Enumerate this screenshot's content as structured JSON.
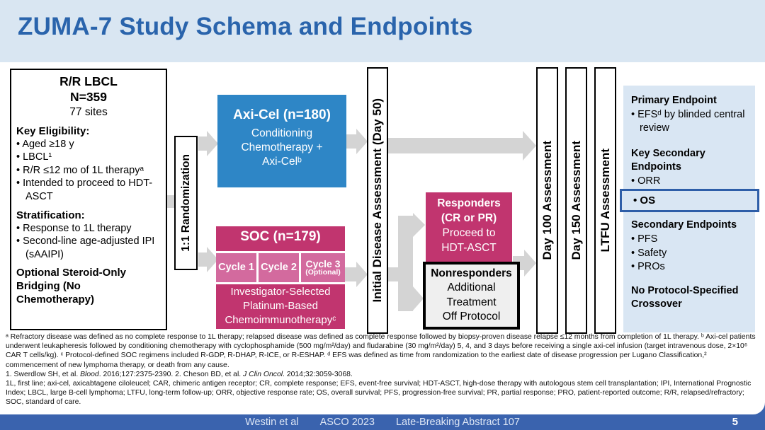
{
  "slide": {
    "title": "ZUMA-7 Study Schema and Endpoints",
    "page_number": "5",
    "footer": {
      "authors": "Westin et al",
      "conference": "ASCO 2023",
      "abstract": "Late-Breaking Abstract 107"
    }
  },
  "eligibility_box": {
    "population": "R/R LBCL",
    "n": "N=359",
    "sites": "77 sites",
    "key_eligibility_heading": "Key Eligibility:",
    "key_eligibility_items": [
      "Aged ≥18 y",
      "LBCL¹",
      "R/R ≤12 mo of 1L therapyᵃ",
      "Intended to proceed to HDT-ASCT"
    ],
    "stratification_heading": "Stratification:",
    "stratification_items": [
      "Response to 1L therapy",
      "Second-line age-adjusted IPI (sAAIPI)"
    ],
    "bridging_note": "Optional Steroid-Only Bridging (No Chemotherapy)"
  },
  "randomization_label": "1:1 Randomization",
  "axicel_box": {
    "title": "Axi-Cel (n=180)",
    "line1": "Conditioning",
    "line2": "Chemotherapy +",
    "line3": "Axi-Celᵇ"
  },
  "soc_box": {
    "title": "SOC (n=179)",
    "cycles": [
      "Cycle 1",
      "Cycle 2",
      "Cycle 3"
    ],
    "cycle3_note": "(Optional)",
    "desc_line1": "Investigator-Selected",
    "desc_line2": "Platinum-Based",
    "desc_line3": "Chemoimmunotherapyᶜ"
  },
  "assessments": {
    "initial": "Initial Disease Assessment (Day 50)",
    "day100": "Day 100 Assessment",
    "day150": "Day 150 Assessment",
    "ltfu": "LTFU Assessment"
  },
  "responders_box": {
    "line1": "Responders",
    "line2": "(CR or PR)",
    "line3": "Proceed to",
    "line4": "HDT-ASCT"
  },
  "nonresponders_box": {
    "line1": "Nonresponders",
    "line2": "Additional",
    "line3": "Treatment",
    "line4": "Off Protocol"
  },
  "endpoints_panel": {
    "primary_heading": "Primary Endpoint",
    "primary_item": "EFSᵈ by blinded central review",
    "key_secondary_heading": "Key Secondary Endpoints",
    "key_secondary_item1": "ORR",
    "key_secondary_item2": "OS",
    "secondary_heading": "Secondary Endpoints",
    "secondary_items": [
      "PFS",
      "Safety",
      "PROs"
    ],
    "crossover_note": "No Protocol-Specified Crossover"
  },
  "footnotes": {
    "definitions": "ᵃ Refractory disease was defined as no complete response to 1L therapy; relapsed disease was defined as complete response followed by biopsy-proven disease relapse ≤12 months from completion of 1L therapy. ᵇ Axi-cel patients underwent leukapheresis followed by conditioning chemotherapy with cyclophosphamide (500 mg/m²/day) and fludarabine (30 mg/m²/day) 5, 4, and 3 days before receiving a single axi-cel infusion (target intravenous dose, 2×10⁶ CAR T cells/kg). ᶜ Protocol-defined SOC regimens included R-GDP, R-DHAP, R-ICE, or R-ESHAP. ᵈ EFS was defined as time from randomization to the earliest date of disease progression per Lugano Classification,² commencement of new lymphoma therapy, or death from any cause.",
    "ref_part1": "1. Swerdlow SH, et al. ",
    "ref_italic1": "Blood",
    "ref_part2": ". 2016;127:2375-2390. 2. Cheson BD, et al. ",
    "ref_italic2": "J Clin Oncol",
    "ref_part3": ". 2014;32:3059-3068.",
    "abbreviations": "1L, first line; axi-cel, axicabtagene ciloleucel; CAR, chimeric antigen receptor; CR, complete response; EFS, event-free survival; HDT-ASCT, high-dose therapy with autologous stem cell transplantation; IPI, International Prognostic Index; LBCL, large B-cell lymphoma; LTFU, long-term follow-up; ORR, objective response rate; OS, overall survival; PFS, progression-free survival; PR, partial response; PRO, patient-reported outcome; R/R, relapsed/refractory; SOC, standard of care."
  },
  "colors": {
    "header_bg": "#D9E6F2",
    "title_blue": "#2A64AC",
    "axicel_blue": "#2E86C6",
    "soc_magenta": "#C1356F",
    "cycle_pink": "#D36A9E",
    "endpoint_panel_bg": "#D9E6F3",
    "os_outline_blue": "#2E5EA8",
    "footer_blue": "#3A63AE",
    "arrow_gray": "#D4D4D4",
    "nonresponders_bg": "#EFEFEF"
  }
}
